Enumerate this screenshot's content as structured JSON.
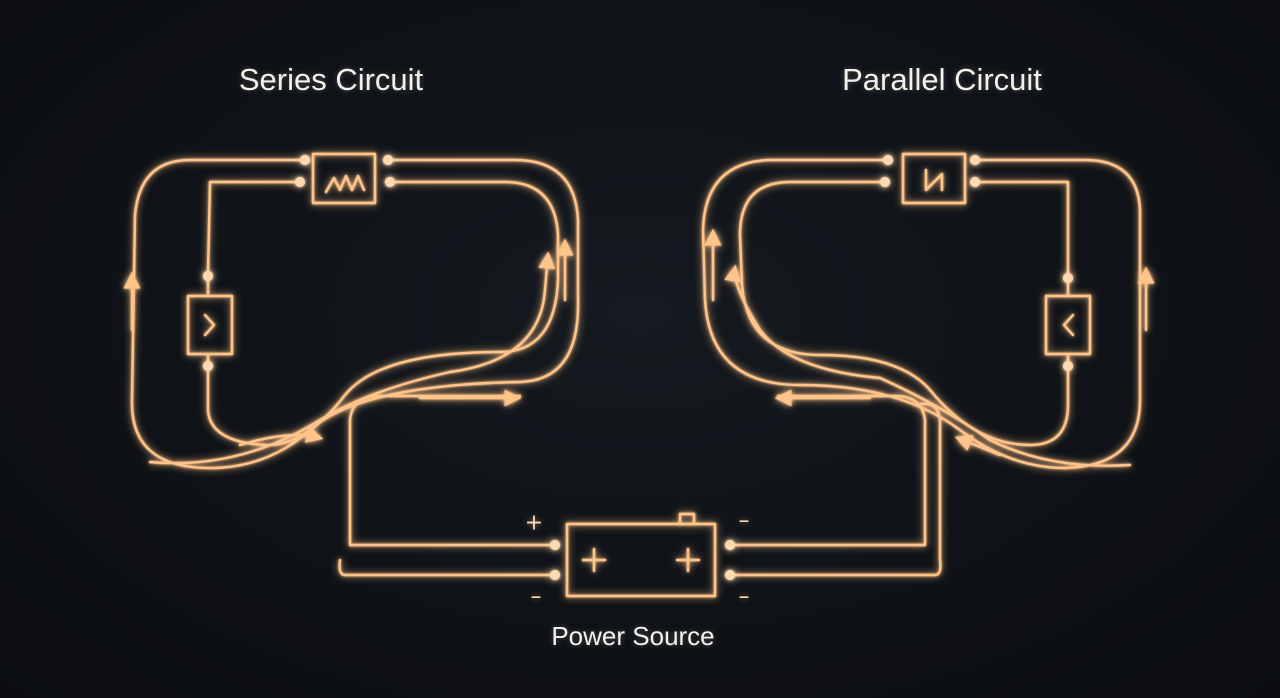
{
  "titles": {
    "series": "Series Circuit",
    "parallel": "Parallel Circuit",
    "power": "Power Source"
  },
  "battery_signs": {
    "left_top": "+",
    "left_bottom": "–",
    "right_top": "–",
    "right_bottom": "–",
    "inner_left": "+",
    "inner_right": "+"
  },
  "colors": {
    "background": "#0f1216",
    "wire": "#ffc48a",
    "glow": "#ff7a1e",
    "text": "#f4f1ec"
  },
  "icons": {
    "series_top_component": "zigzag-resistor-icon",
    "series_left_component": "resistor-icon",
    "parallel_top_component": "resistor-icon",
    "parallel_right_component": "resistor-icon",
    "power_source": "battery-icon"
  }
}
